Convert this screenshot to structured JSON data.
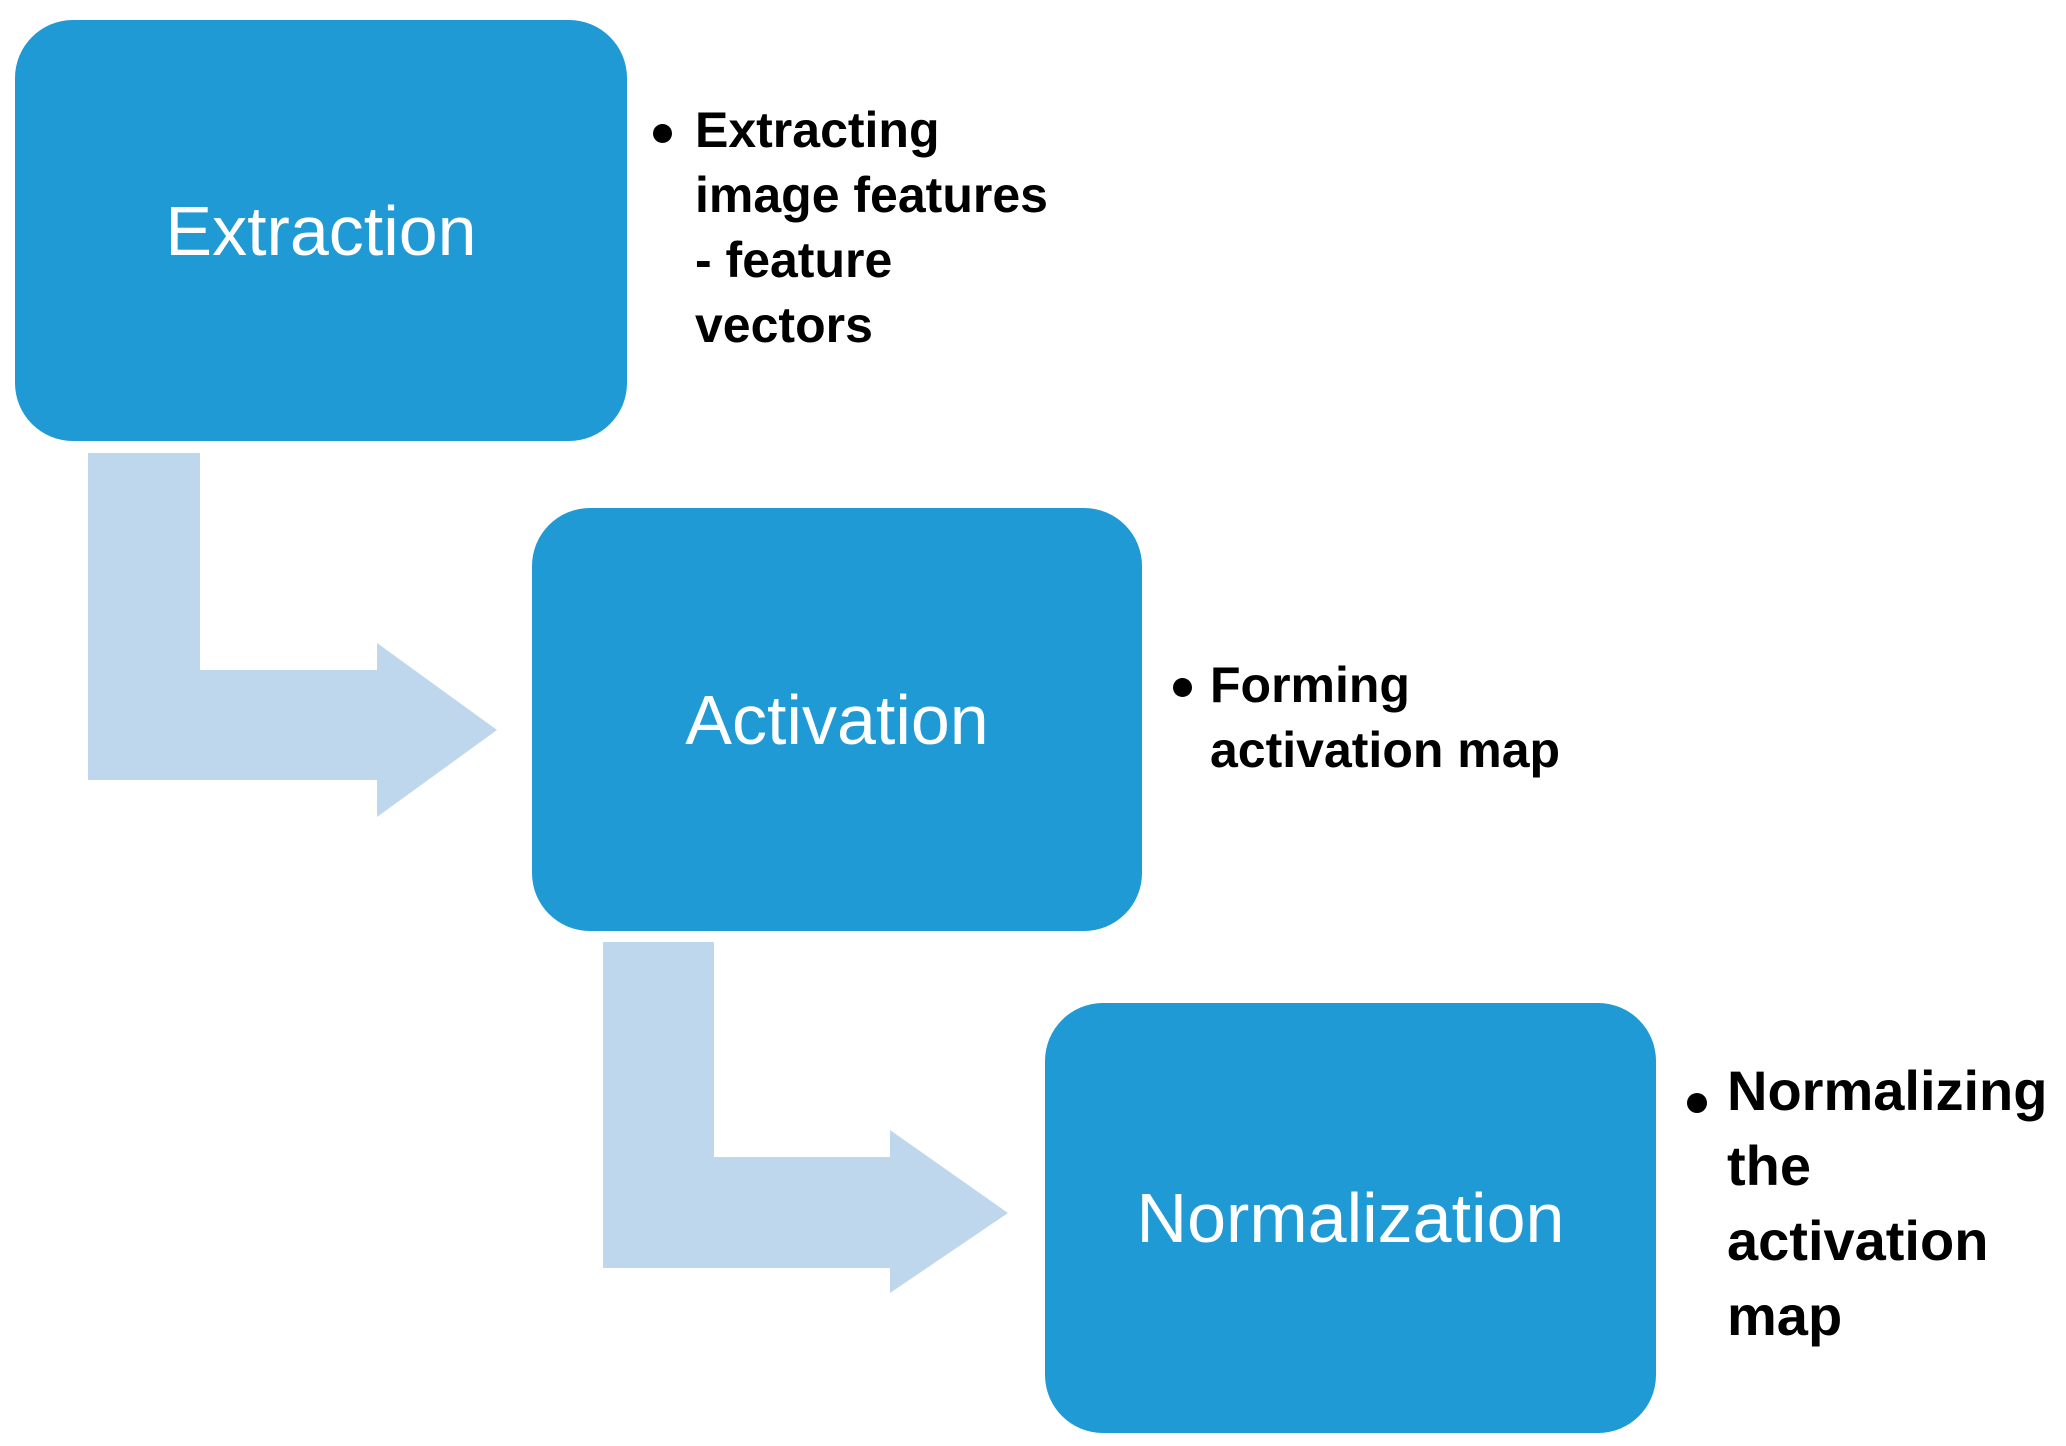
{
  "diagram": {
    "kind": "step-down-process",
    "background": "#ffffff",
    "colors": {
      "box_fill": "#1f9ad5",
      "box_text": "#ffffff",
      "arrow_fill": "#bfd7ec",
      "note_text": "#000000"
    },
    "steps": [
      {
        "title": "Extraction",
        "note": "Extracting\nimage features\n- feature\nvectors"
      },
      {
        "title": "Activation",
        "note": "Forming\nactivation map"
      },
      {
        "title": "Normalization",
        "note": "Normalizing\nthe\nactivation\nmap"
      }
    ]
  }
}
